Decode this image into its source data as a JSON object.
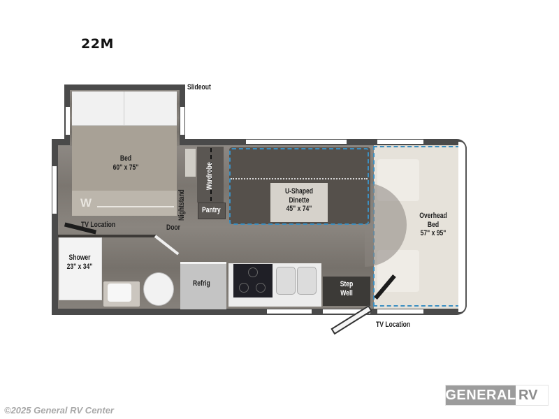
{
  "model": "22M",
  "labels": {
    "slideout": "Slideout",
    "bed": "Bed",
    "bed_size": "60\" x 75\"",
    "nightstand": "Nightstand",
    "wardrobe": "Wardrobe",
    "pantry": "Pantry",
    "dinette_l1": "U-Shaped",
    "dinette_l2": "Dinette",
    "dinette_size": "45\" x 74\"",
    "overhead_l1": "Overhead",
    "overhead_l2": "Bed",
    "overhead_size": "57\" x 95\"",
    "tv_location_rear": "TV Location",
    "door": "Door",
    "shower": "Shower",
    "shower_size": "23\" x 34\"",
    "refrig": "Refrig",
    "step_l1": "Step",
    "step_l2": "Well",
    "tv_location_front": "TV Location"
  },
  "footer": {
    "copyright": "©2025 General RV Center",
    "logo_main": "GENERAL",
    "logo_rv": "RV"
  }
}
